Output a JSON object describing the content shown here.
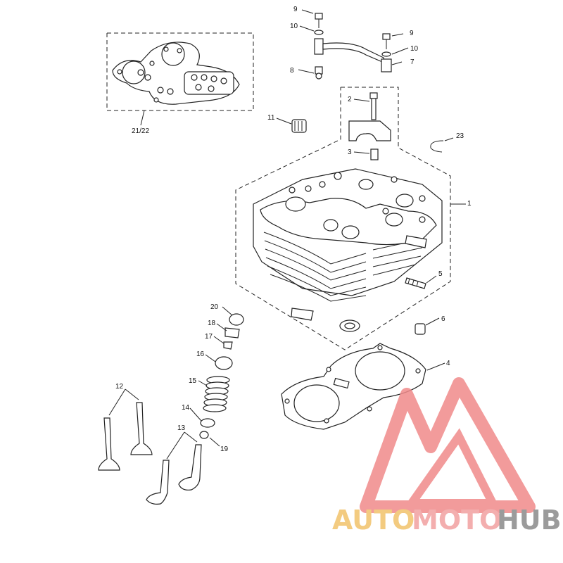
{
  "callouts": [
    {
      "id": "c9a",
      "label": "9"
    },
    {
      "id": "c10a",
      "label": "10"
    },
    {
      "id": "c9b",
      "label": "9"
    },
    {
      "id": "c10b",
      "label": "10"
    },
    {
      "id": "c7",
      "label": "7"
    },
    {
      "id": "c8",
      "label": "8"
    },
    {
      "id": "c2122",
      "label": "21/22"
    },
    {
      "id": "c2",
      "label": "2"
    },
    {
      "id": "c11",
      "label": "11"
    },
    {
      "id": "c23",
      "label": "23"
    },
    {
      "id": "c3",
      "label": "3"
    },
    {
      "id": "c1",
      "label": "1"
    },
    {
      "id": "c5",
      "label": "5"
    },
    {
      "id": "c20",
      "label": "20"
    },
    {
      "id": "c18",
      "label": "18"
    },
    {
      "id": "c17",
      "label": "17"
    },
    {
      "id": "c6",
      "label": "6"
    },
    {
      "id": "c4",
      "label": "4"
    },
    {
      "id": "c16",
      "label": "16"
    },
    {
      "id": "c15",
      "label": "15"
    },
    {
      "id": "c12",
      "label": "12"
    },
    {
      "id": "c14",
      "label": "14"
    },
    {
      "id": "c13",
      "label": "13"
    },
    {
      "id": "c19",
      "label": "19"
    }
  ],
  "watermark": {
    "brand_a": "AUTO",
    "brand_b": "MOTO",
    "brand_c": "HUB",
    "color_a": "#f2c26b",
    "color_b": "#f2a0a0",
    "color_c": "#8a8a8a",
    "logo_color": "#f08a8a"
  }
}
